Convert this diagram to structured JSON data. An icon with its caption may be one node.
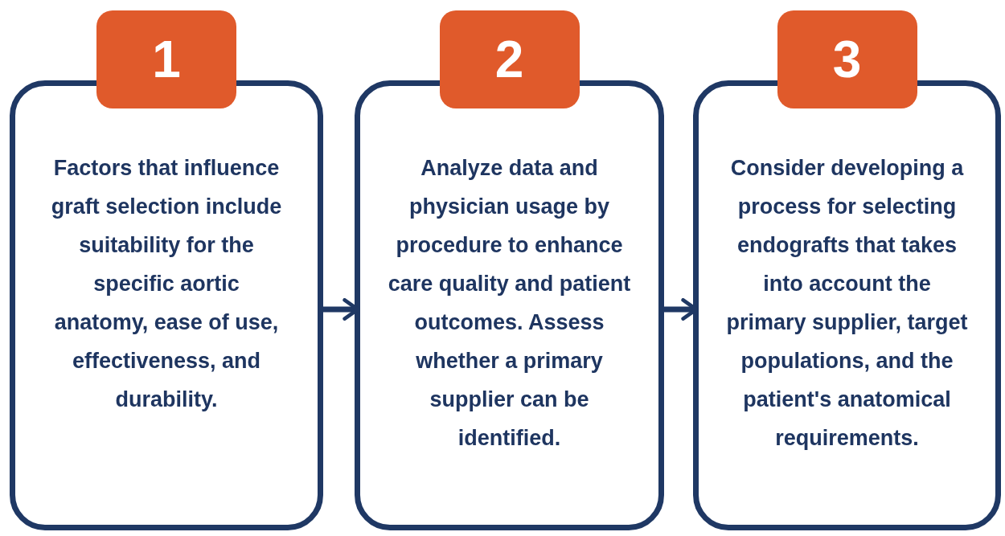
{
  "diagram": {
    "nodes": [
      {
        "text": [
          "1",
          "Factors that influence graft selection include suitability for the specific aortic anatomy, ease of use, effectiveness, and durability."
        ]
      },
      {
        "text": [
          "2",
          "Analyze data and physician usage by procedure to enhance care quality and patient outcomes. Assess whether a primary supplier can be identified."
        ]
      },
      {
        "text": [
          "3",
          "Consider developing a process for selecting endografts that takes into account the primary supplier, target populations, and the patient's anatomical requirements."
        ]
      }
    ],
    "edges": [
      {
        "from": 0,
        "to": 1,
        "arrow": "to"
      },
      {
        "from": 1,
        "to": 2,
        "arrow": "to"
      }
    ]
  }
}
